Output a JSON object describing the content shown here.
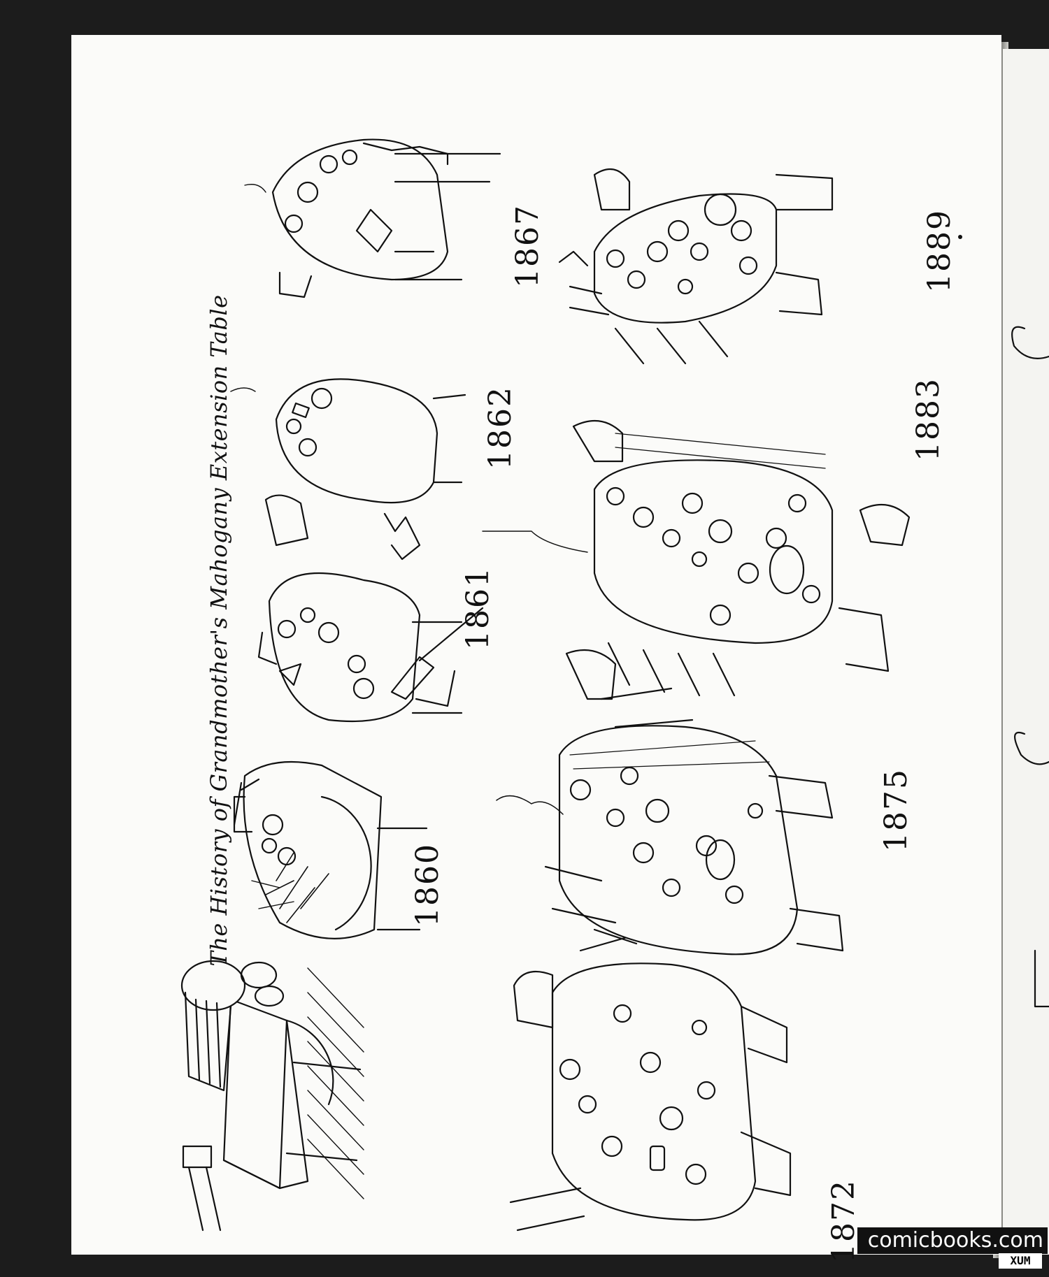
{
  "page": {
    "title": "The History of Grandmother's Mahogany Extension Table",
    "years": {
      "y1860": "1860",
      "y1861": "1861",
      "y1862": "1862",
      "y1867": "1867",
      "y1872": "1872",
      "y1875": "1875",
      "y1883": "1883",
      "y1889": "1889"
    }
  },
  "watermark": {
    "site": "comicbooks.com",
    "tag": "XUM"
  }
}
